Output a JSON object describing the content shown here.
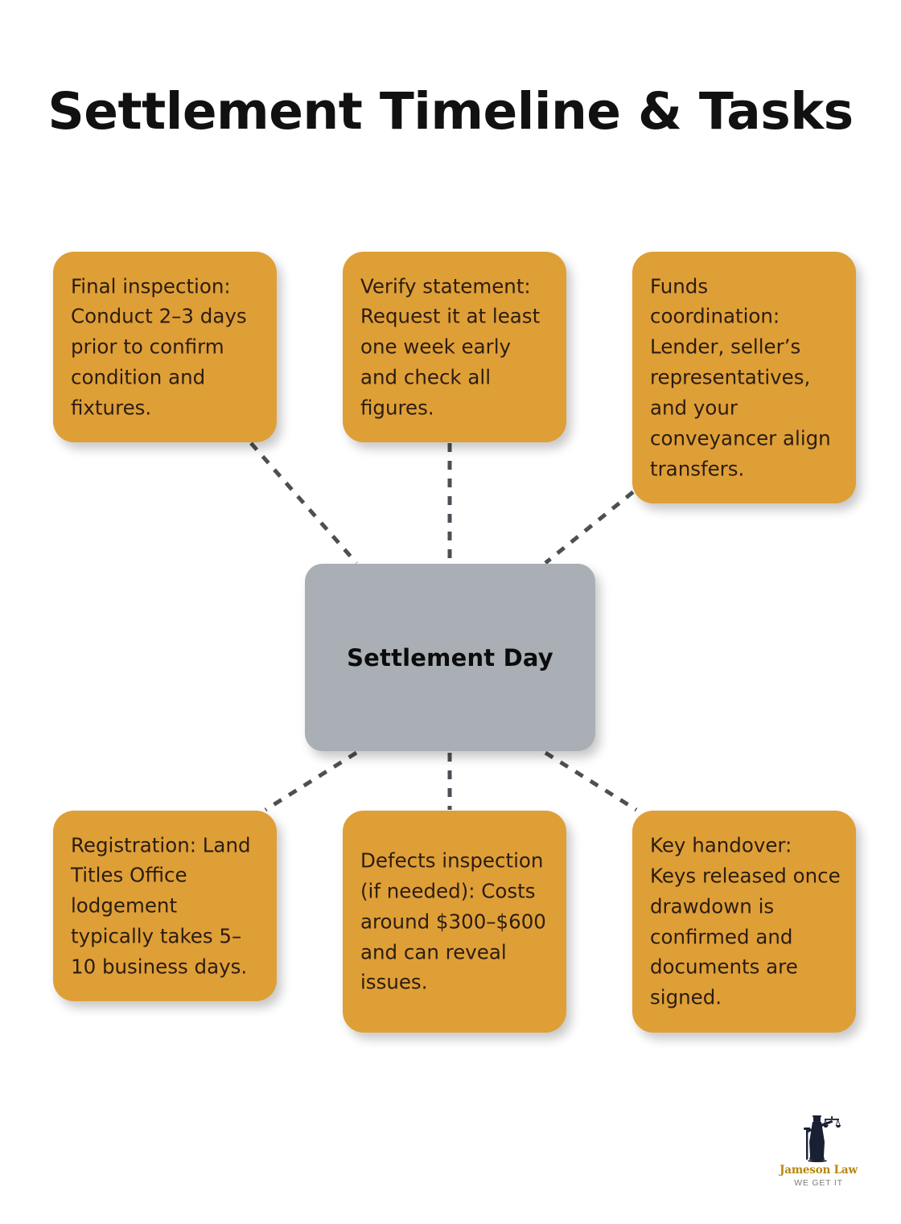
{
  "page": {
    "title": "Settlement Timeline & Tasks",
    "background_color": "#ffffff",
    "title_color": "#111111"
  },
  "colors": {
    "node_orange": "#df9f37",
    "node_center_gray": "#a9afb5",
    "node_orange_text": "#2b1d12",
    "connector": "#4b5055",
    "logo_gold": "#b8860b",
    "logo_tagline_gray": "#7d7d7d"
  },
  "diagram": {
    "type": "hub-and-spoke",
    "center": {
      "id": "settlement-day",
      "label": "Settlement Day"
    },
    "nodes": [
      {
        "id": "final-inspection",
        "position": "top-left",
        "text": "Final inspection: Conduct 2–3 days prior to confirm condition and fixtures."
      },
      {
        "id": "verify-statement",
        "position": "top-center",
        "text": "Verify statement: Request it at least one week early and check all figures."
      },
      {
        "id": "funds-coordination",
        "position": "top-right",
        "text": "Funds coordination: Lender, seller’s representatives, and your conveyancer align transfers."
      },
      {
        "id": "registration",
        "position": "bottom-left",
        "text": "Registration: Land Titles Office lodgement typically takes 5–10 business days."
      },
      {
        "id": "defects-inspection",
        "position": "bottom-center",
        "text": "Defects inspection (if needed): Costs around $300–$600 and can reveal issues."
      },
      {
        "id": "key-handover",
        "position": "bottom-right",
        "text": "Key handover: Keys released once drawdown is confirmed and documents are signed."
      }
    ],
    "connectors": [
      {
        "from": "final-inspection",
        "to": "settlement-day",
        "style": "dashed"
      },
      {
        "from": "verify-statement",
        "to": "settlement-day",
        "style": "dashed"
      },
      {
        "from": "funds-coordination",
        "to": "settlement-day",
        "style": "dashed"
      },
      {
        "from": "settlement-day",
        "to": "registration",
        "style": "dashed"
      },
      {
        "from": "settlement-day",
        "to": "defects-inspection",
        "style": "dashed"
      },
      {
        "from": "settlement-day",
        "to": "key-handover",
        "style": "dashed"
      }
    ]
  },
  "logo": {
    "name": "Jameson Law",
    "tagline": "WE GET IT",
    "icon": "lady-justice-scales-icon"
  }
}
